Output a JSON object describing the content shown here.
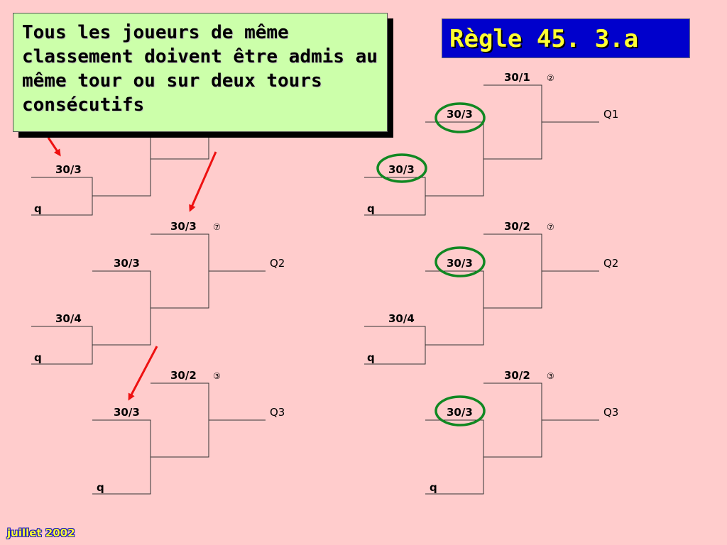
{
  "callout": {
    "text": "Tous les joueurs de même classement doivent être admis au même tour ou sur deux tours consécutifs"
  },
  "rule_title": "Règle 45. 3.a",
  "footer_date": "juillet 2002",
  "colors": {
    "background": "#ffcccc",
    "callout_bg": "#ccffaa",
    "title_bg": "#0000cc",
    "title_text": "#ffff33",
    "arrow": "#ee1111",
    "circle": "#118822"
  },
  "brackets": {
    "left": {
      "b1": {
        "bottom": "30/3",
        "q": "q"
      },
      "b2": {
        "top": "30/3",
        "top_seed": "⑦",
        "middle": "30/3",
        "bottom": "30/4",
        "q": "q",
        "result": "Q2"
      },
      "b3": {
        "top": "30/2",
        "top_seed": "③",
        "middle": "30/3",
        "q": "q",
        "result": "Q3"
      }
    },
    "right": {
      "b1": {
        "top": "30/1",
        "top_seed": "②",
        "middle": "30/3",
        "bottom": "30/3",
        "q": "q",
        "result": "Q1"
      },
      "b2": {
        "top": "30/2",
        "top_seed": "⑦",
        "middle": "30/3",
        "bottom": "30/4",
        "q": "q",
        "result": "Q2"
      },
      "b3": {
        "top": "30/2",
        "top_seed": "③",
        "middle": "30/3",
        "q": "q",
        "result": "Q3"
      }
    }
  }
}
